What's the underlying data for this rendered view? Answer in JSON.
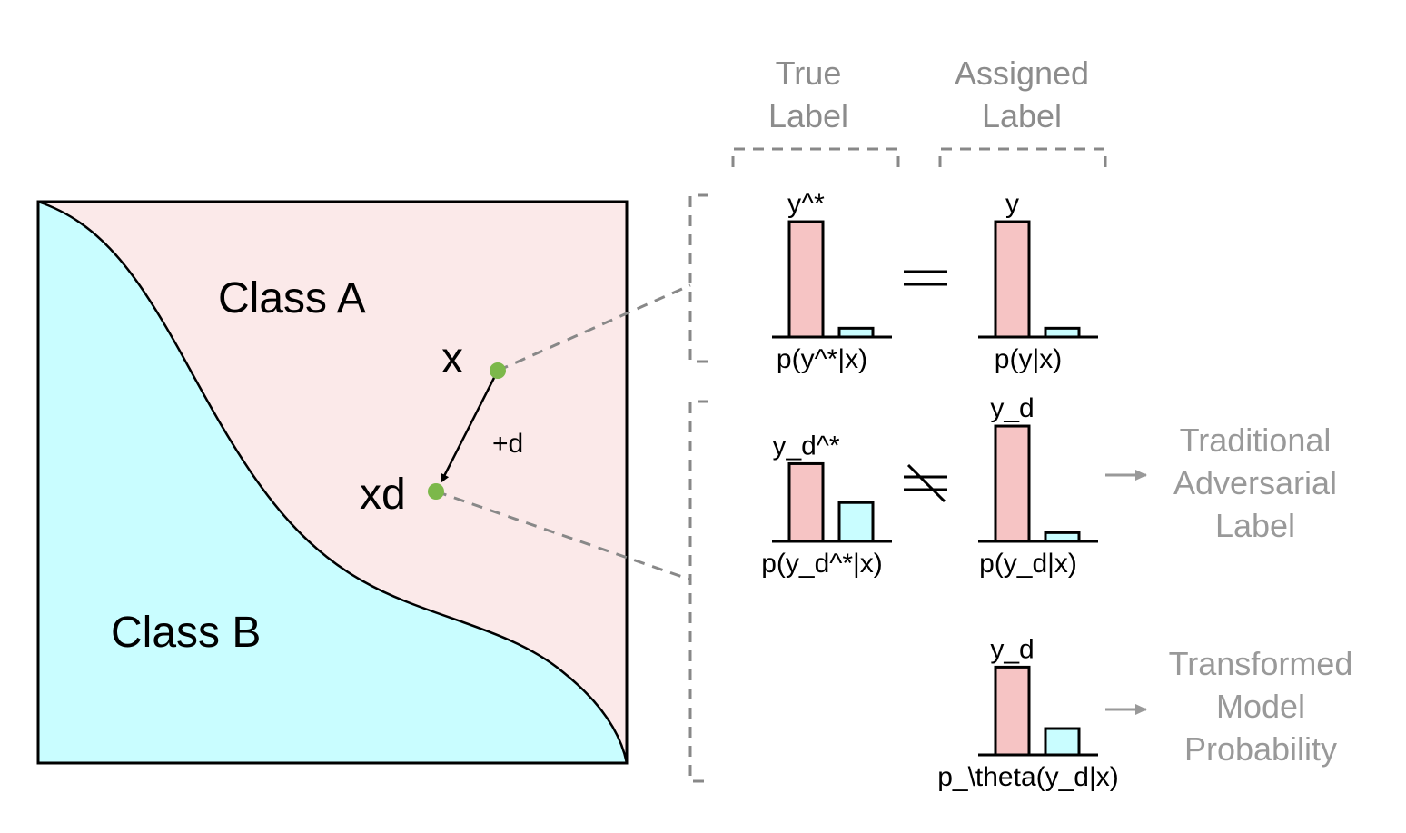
{
  "colors": {
    "class_a": "#fbe9e9",
    "class_b": "#c9fdff",
    "bar_red": "#f6c4c4",
    "bar_cyan": "#c9fdff",
    "point": "#7cb84a",
    "dash": "#888888",
    "note": "#999999"
  },
  "plane": {
    "class_a_label": "Class A",
    "class_b_label": "Class B",
    "point_x_label": "x",
    "point_xd_label": "xd",
    "arrow_label": "+d"
  },
  "headers": {
    "true_label": [
      "True",
      "Label"
    ],
    "assigned_label": [
      "Assigned",
      "Label"
    ]
  },
  "relations": {
    "equal": "=",
    "not_equal": "≠"
  },
  "bar_panels": [
    {
      "id": "true-x",
      "top_label": "y^*",
      "bottom_label": "p(y^*|x)",
      "values": [
        0.92,
        0.07
      ]
    },
    {
      "id": "assigned-x",
      "top_label": "y",
      "bottom_label": "p(y|x)",
      "values": [
        0.92,
        0.07
      ]
    },
    {
      "id": "true-xd",
      "top_label": "y_d^*",
      "bottom_label": "p(y_d^*|x)",
      "values": [
        0.62,
        0.31
      ]
    },
    {
      "id": "assigned-xd",
      "top_label": "y_d",
      "bottom_label": "p(y_d|x)",
      "values": [
        0.92,
        0.07
      ]
    },
    {
      "id": "model-xd",
      "top_label": "y_d",
      "bottom_label": "p_\\theta(y_d|x)",
      "values": [
        0.7,
        0.21
      ]
    }
  ],
  "notes": {
    "traditional": [
      "Traditional",
      "Adversarial",
      "Label"
    ],
    "transformed": [
      "Transformed",
      "Model",
      "Probability"
    ]
  }
}
